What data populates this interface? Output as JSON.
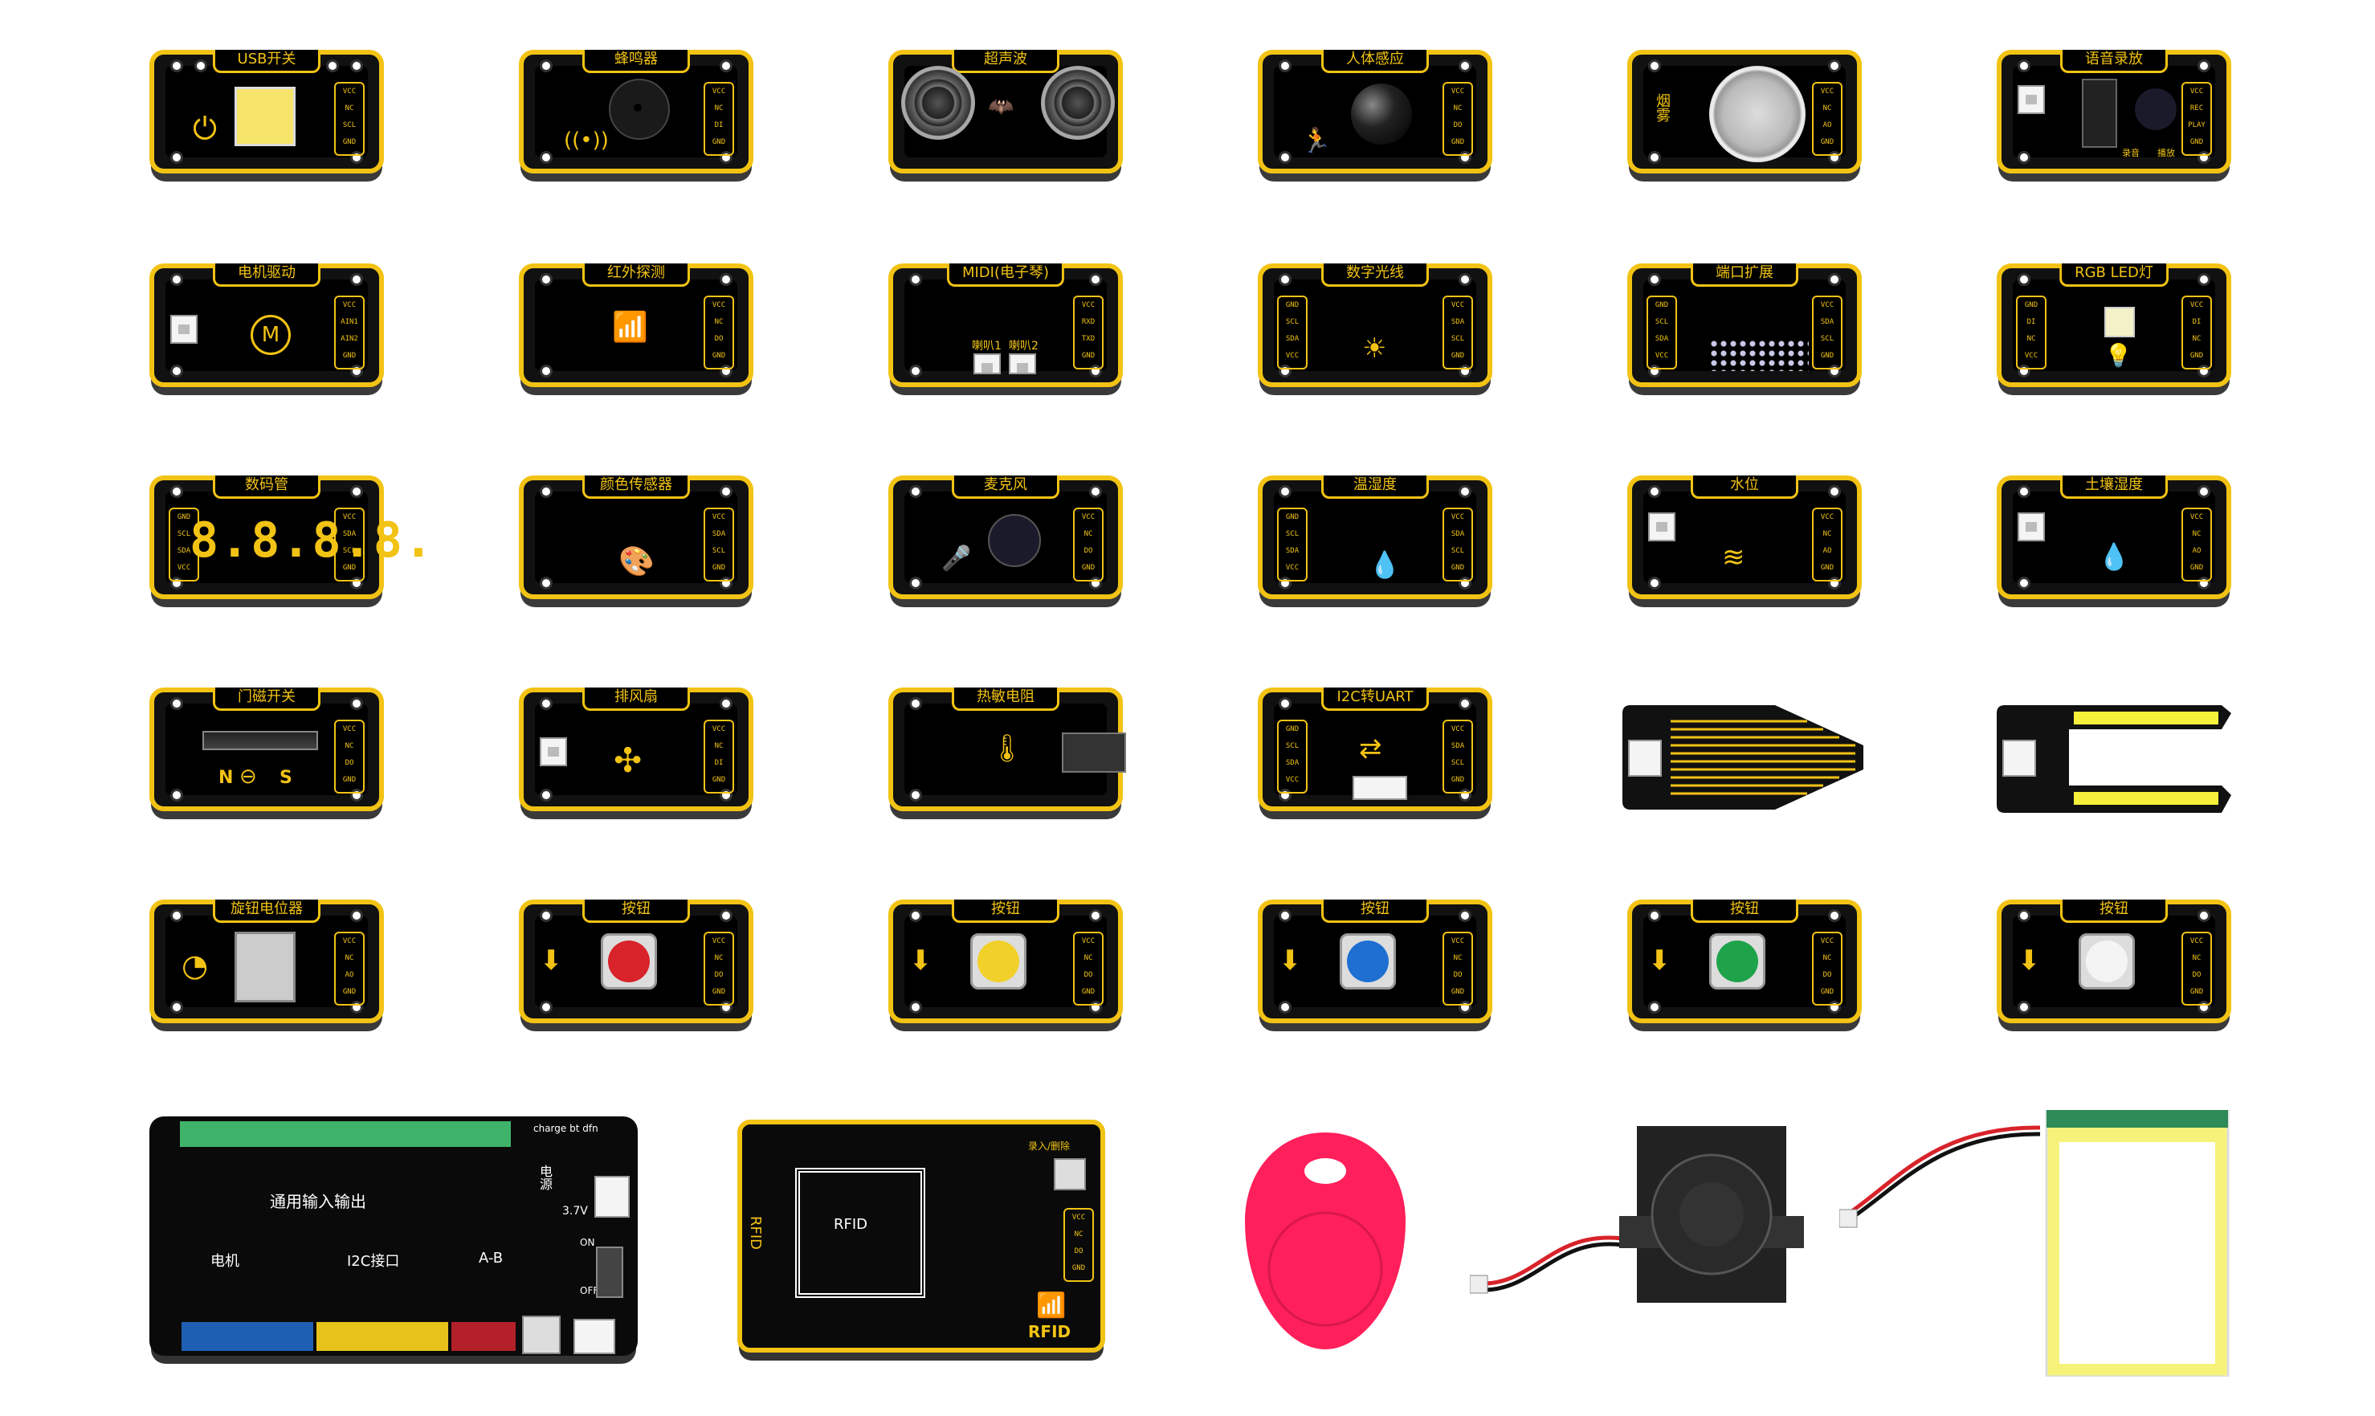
{
  "modules": {
    "usb_switch": "USB开关",
    "buzzer": "蜂鸣器",
    "ultrasonic": "超声波",
    "pir": "人体感应",
    "smoke": "烟雾",
    "voice_record": "语音录放",
    "motor_driver": "电机驱动",
    "ir_detect": "红外探测",
    "midi": "MIDI(电子琴)",
    "light_sensor": "数字光线",
    "port_expand": "端口扩展",
    "rgb_led": "RGB LED灯",
    "digit_tube": "数码管",
    "color_sensor": "颜色传感器",
    "microphone": "麦克风",
    "temp_humidity": "温湿度",
    "water_level": "水位",
    "soil_moisture": "土壤湿度",
    "door_switch": "门磁开关",
    "fan": "排风扇",
    "thermistor": "热敏电阻",
    "i2c_uart": "I2C转UART",
    "potentiometer": "旋钮电位器",
    "button": "按钮"
  },
  "labels": {
    "midi_out1": "喇叭1",
    "midi_out2": "喇叭2",
    "record": "录音",
    "play": "播放",
    "digit_display": "8.8.8.8.",
    "door_n": "N",
    "door_s": "S",
    "rfid_title": "RFID",
    "rfid_bottom": "RFID",
    "rfid_add": "录入/删除",
    "io": "通用输入输出",
    "motor": "电机",
    "i2c": "I2C接口",
    "ab": "A-B",
    "power": "电源",
    "charge_label": "charge bt dfn",
    "on": "ON",
    "off": "OFF",
    "v37": "3.7V"
  },
  "pins": {
    "vcc_nc_scl_gnd": [
      "VCC",
      "NC",
      "SCL",
      "GND"
    ],
    "vcc_nc_di_gnd": [
      "VCC",
      "NC",
      "DI",
      "GND"
    ],
    "vcc_nc_do_gnd": [
      "VCC",
      "NC",
      "DO",
      "GND"
    ],
    "vcc_nc_ao_gnd": [
      "VCC",
      "NC",
      "AO",
      "GND"
    ],
    "vcc_rec_play_gnd": [
      "VCC",
      "REC",
      "PLAY",
      "GND"
    ],
    "vcc_ain1_ain2_gnd": [
      "VCC",
      "AIN1",
      "AIN2",
      "GND"
    ],
    "vcc_rxd_txd_gnd": [
      "VCC",
      "RXD",
      "TXD",
      "GND"
    ],
    "gnd_scl_sda_vcc": [
      "GND",
      "SCL",
      "SDA",
      "VCC"
    ],
    "vcc_sda_scl_gnd": [
      "VCC",
      "SDA",
      "SCL",
      "GND"
    ],
    "gnd_di_nc_vcc": [
      "GND",
      "DI",
      "NC",
      "VCC"
    ],
    "vcc_di_nc_gnd": [
      "VCC",
      "DI",
      "NC",
      "GND"
    ]
  },
  "colors": {
    "yellow": "#f2c314",
    "board": "#111111",
    "red": "#d8232a",
    "yellow_btn": "#f2d02a",
    "blue": "#1e6fd1",
    "green": "#1fa34a",
    "white": "#f4f4f4",
    "keyfob": "#ff1f5a",
    "battery": "#f7f27a",
    "terminal_green": "#3fb36a",
    "terminal_blue": "#1e5fb3",
    "terminal_yellow": "#e6c21a",
    "terminal_red": "#b3202a"
  }
}
